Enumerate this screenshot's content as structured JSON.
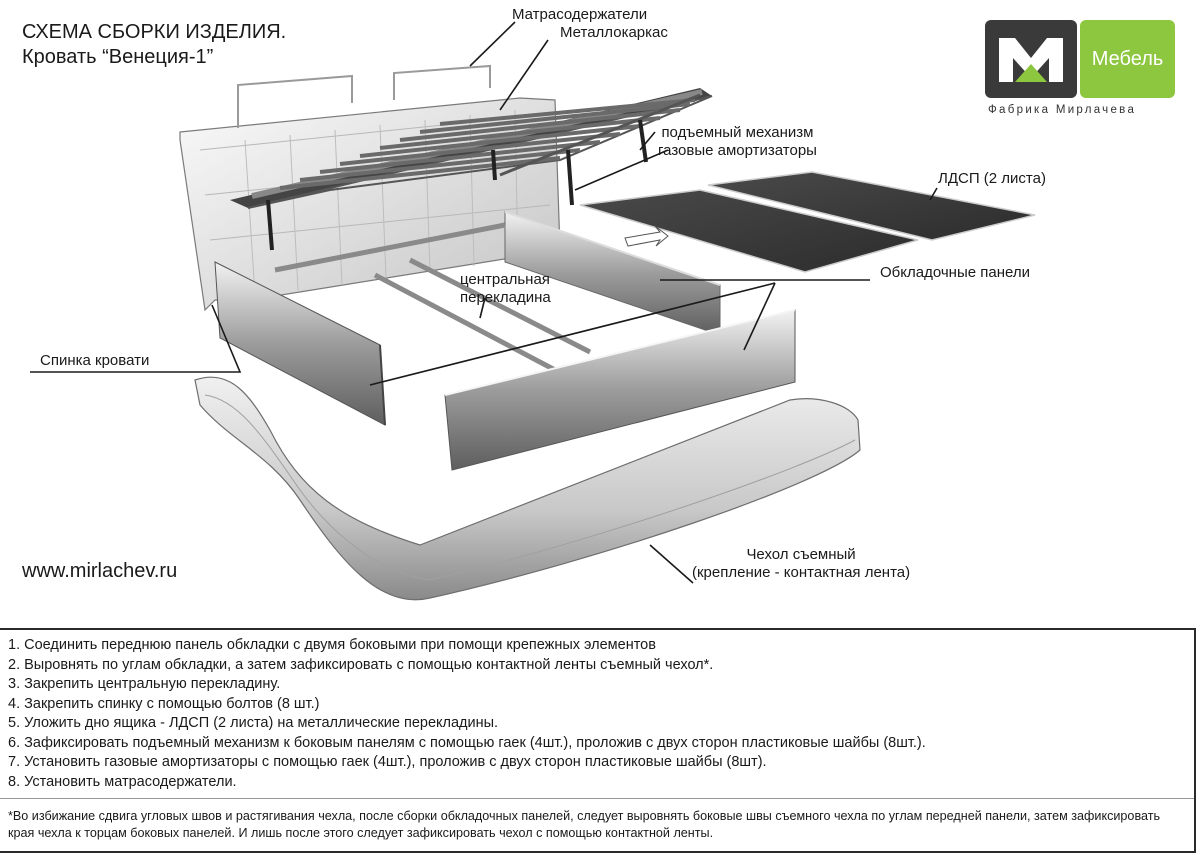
{
  "header": {
    "title": "СХЕМА СБОРКИ ИЗДЕЛИЯ.",
    "subtitle": "Кровать “Венеция-1”"
  },
  "brand": {
    "name": "Мебель",
    "factory": "Фабрика Мирлачева",
    "colors": {
      "green": "#8dc63f",
      "dark": "#3a3a3a"
    }
  },
  "website": "www.mirlachev.ru",
  "labels": {
    "mattress_holders": "Матрасодержатели",
    "metal_frame": "Металлокаркас",
    "lift_line1": "подъемный механизм",
    "lift_line2": "газовые амортизаторы",
    "chipboard": "ЛДСП (2 листа)",
    "panels": "Обкладочные панели",
    "crossbar_line1": "центральная",
    "crossbar_line2": "перекладина",
    "headboard": "Спинка кровати",
    "cover_line1": "Чехол съемный",
    "cover_line2": "(крепление - контактная лента)"
  },
  "steps": [
    "1.  Соединить переднюю панель обкладки с двумя боковыми при помощи крепежных элементов",
    "2.  Выровнять по углам обкладки, а затем зафиксировать с помощью контактной ленты съемный чехол*.",
    "3. Закрепить центральную перекладину.",
    "4. Закрепить спинку с помощью болтов (8 шт.)",
    "5. Уложить дно ящика - ЛДСП (2 листа) на металлические перекладины.",
    "6. Зафиксировать подъемный механизм к боковым панелям с помощью гаек (4шт.), проложив с двух сторон пластиковые шайбы (8шт.).",
    "7. Установить газовые амортизаторы с помощью гаек (4шт.), проложив с двух сторон пластиковые шайбы (8шт).",
    "8. Установить матрасодержатели."
  ],
  "note": "*Во избижание сдвига угловых швов и растягивания чехла, после сборки обкладочных панелей, следует выровнять боковые швы съемного чехла по углам передней панели, затем зафиксировать края чехла к торцам боковых панелей. И лишь после этого следует зафиксировать чехол с помощью контактной ленты."
}
